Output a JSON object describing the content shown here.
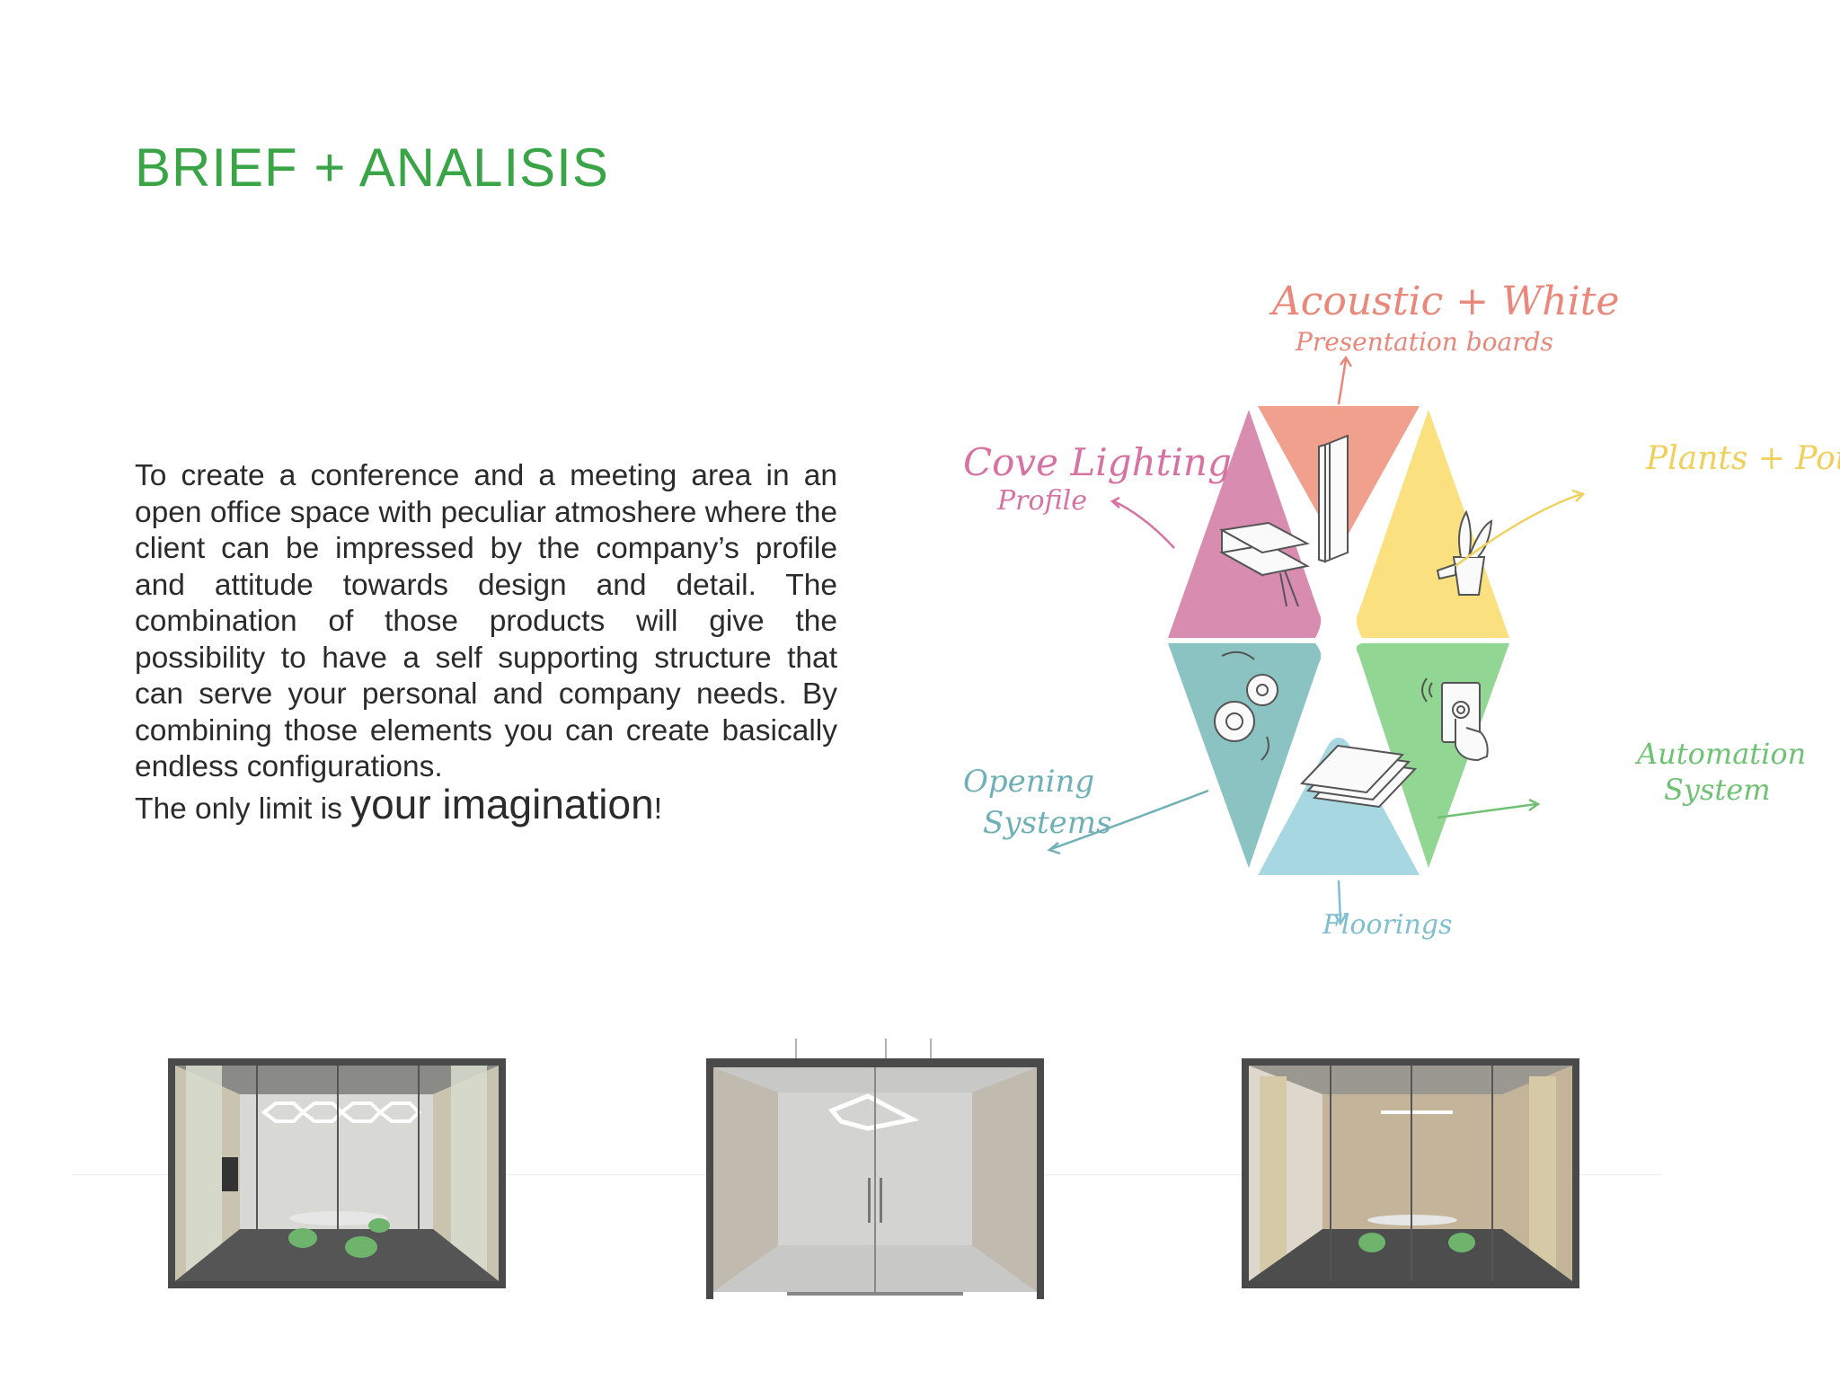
{
  "title": "BRIEF + ANALISIS",
  "brief": {
    "body": "To create a conference and a meeting area in an open office space with peculiar atmoshere where the client can be impressed by the company’s profile and attitude towards design and detail. The combination of those products will give the possibility to have a self supporting structure that can serve your personal and company needs. By combining those elements you can create basically endless configurations.",
    "limit_prefix": "The only limit is ",
    "limit_emphasis": "your imagination",
    "limit_suffix": "!"
  },
  "diagram": {
    "segments": [
      {
        "icon": "acoustic-boards-icon",
        "color": "#f1a08e",
        "label_line1": "Acoustic + White",
        "label_line2": "Presentation boards",
        "label_color": "#e8877a"
      },
      {
        "icon": "plant-pot-icon",
        "color": "#fae07f",
        "label_line1": "Plants + Pots",
        "label_line2": "",
        "label_color": "#f0d05a"
      },
      {
        "icon": "touch-panel-icon",
        "color": "#92d694",
        "label_line1": "Automation",
        "label_line2": "System",
        "label_color": "#6fc173"
      },
      {
        "icon": "flooring-tiles-icon",
        "color": "#a7d8e2",
        "label_line1": "Floorings",
        "label_line2": "",
        "label_color": "#7fbfd0"
      },
      {
        "icon": "gears-icon",
        "color": "#8bc2c2",
        "label_line1": "Opening",
        "label_line2": "Systems",
        "label_color": "#6fb0b6"
      },
      {
        "icon": "cove-profile-icon",
        "color": "#d88cb0",
        "label_line1": "Cove Lighting",
        "label_line2": "Profile",
        "label_color": "#d673a3"
      }
    ]
  },
  "renders": [
    {
      "icon": "conference-room-render-icon"
    },
    {
      "icon": "glass-entrance-render-icon"
    },
    {
      "icon": "meeting-room-side-render-icon"
    }
  ]
}
